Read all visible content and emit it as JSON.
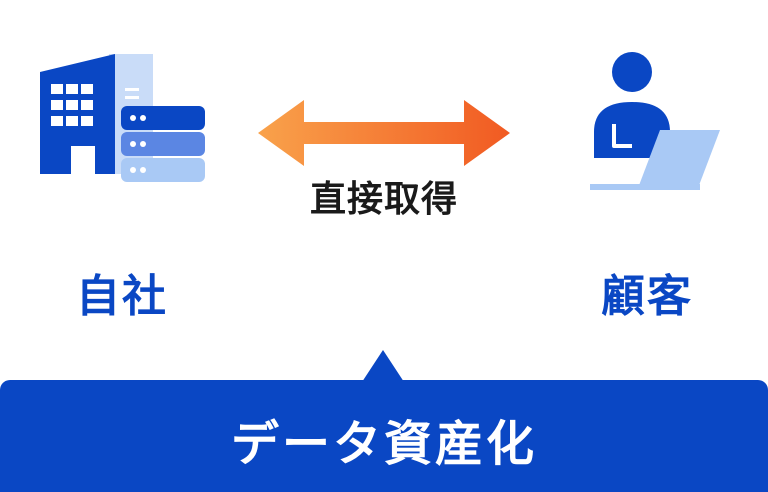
{
  "left_node": {
    "icon": "building-server-icon",
    "label": "自社"
  },
  "right_node": {
    "icon": "person-laptop-icon",
    "label": "顧客"
  },
  "connector": {
    "icon": "double-arrow-icon",
    "label": "直接取得"
  },
  "banner": {
    "label": "データ資産化"
  },
  "colors": {
    "primary_blue": "#0a47c4",
    "light_blue": "#a9c9f5",
    "mid_blue": "#5b86e3",
    "arrow_orange_start": "#f9a24b",
    "arrow_orange_end": "#f15a22"
  }
}
